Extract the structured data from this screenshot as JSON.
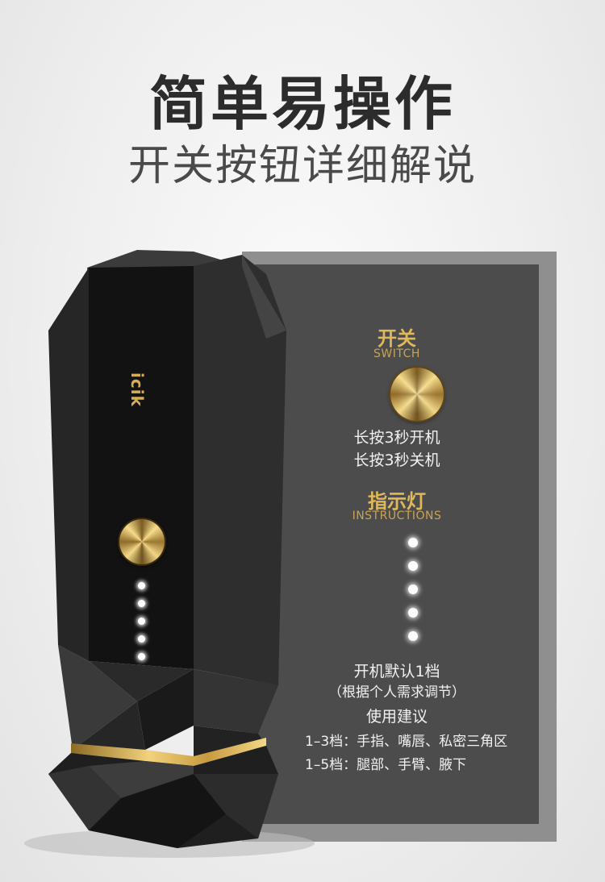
{
  "header": {
    "title": "简单易操作",
    "subtitle": "开关按钮详细解说"
  },
  "device": {
    "logo_text": "icik",
    "indicator_count": 5,
    "colors": {
      "body": "#1c1c1c",
      "gold": "#d6ad55"
    }
  },
  "panel": {
    "switch": {
      "title": "开关",
      "title_en": "SWITCH",
      "lines": [
        "长按3秒开机",
        "长按3秒关机"
      ]
    },
    "indicator": {
      "title": "指示灯",
      "title_en": "INSTRUCTIONS",
      "light_count": 5
    },
    "default_level": "开机默认1档",
    "adjust_note": "（根据个人需求调节）",
    "usage": {
      "title": "使用建议",
      "items": [
        "1–3档：手指、嘴唇、私密三角区",
        "1–5档：腿部、手臂、腋下"
      ]
    },
    "colors": {
      "accent": "#e0b85a",
      "panel": "#4c4c4c",
      "frame": "#8f8f8f"
    }
  }
}
